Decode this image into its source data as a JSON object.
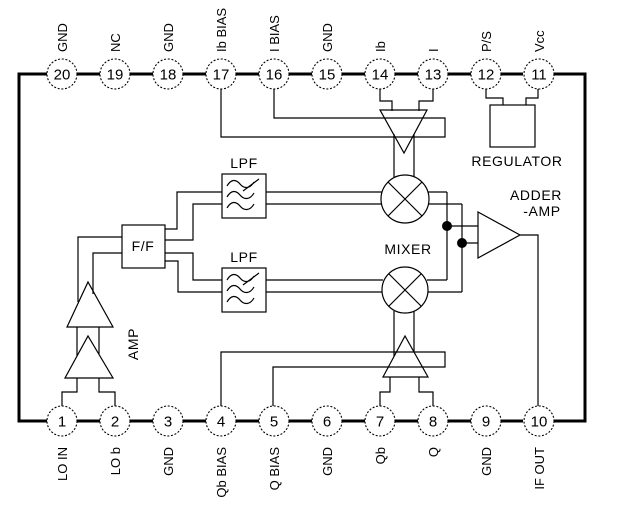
{
  "diagram": {
    "blocks": {
      "regulator": "REGULATOR",
      "adder_amp_line1": "ADDER",
      "adder_amp_line2": "-AMP",
      "mixer": "MIXER",
      "lpf_top": "LPF",
      "lpf_bottom": "LPF",
      "flip_flop": "F/F",
      "amp": "AMP"
    },
    "pins": {
      "top": [
        {
          "number": "20",
          "label": "GND"
        },
        {
          "number": "19",
          "label": "NC"
        },
        {
          "number": "18",
          "label": "GND"
        },
        {
          "number": "17",
          "label": "Ib BIAS"
        },
        {
          "number": "16",
          "label": "I BIAS"
        },
        {
          "number": "15",
          "label": "GND"
        },
        {
          "number": "14",
          "label": "Ib"
        },
        {
          "number": "13",
          "label": "I"
        },
        {
          "number": "12",
          "label": "P/S"
        },
        {
          "number": "11",
          "label": "Vcc"
        }
      ],
      "bottom": [
        {
          "number": "1",
          "label": "LO IN"
        },
        {
          "number": "2",
          "label": "LO b"
        },
        {
          "number": "3",
          "label": "GND"
        },
        {
          "number": "4",
          "label": "Qb BIAS"
        },
        {
          "number": "5",
          "label": "Q BIAS"
        },
        {
          "number": "6",
          "label": "GND"
        },
        {
          "number": "7",
          "label": "Qb"
        },
        {
          "number": "8",
          "label": "Q"
        },
        {
          "number": "9",
          "label": "GND"
        },
        {
          "number": "10",
          "label": "IF OUT"
        }
      ]
    },
    "colors": {
      "line": "#000000",
      "background": "#ffffff",
      "text": "#000000"
    }
  }
}
